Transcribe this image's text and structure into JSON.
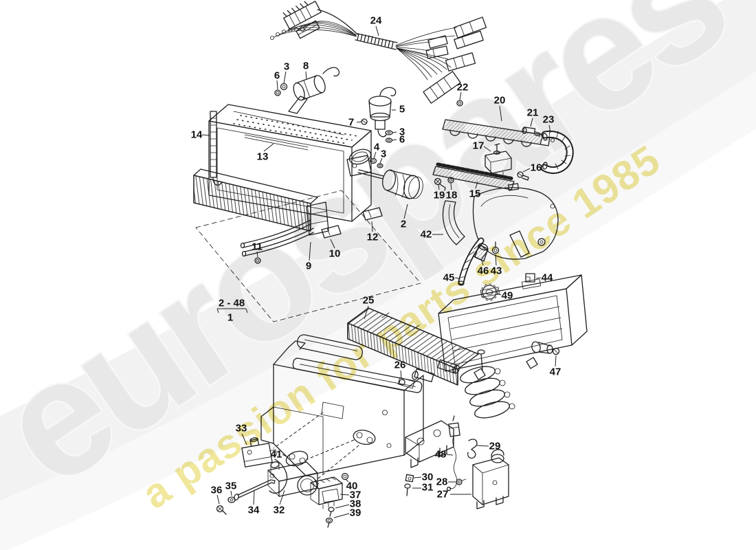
{
  "watermark": {
    "brand": "eurospares",
    "tagline": "a passion for parts since 1985",
    "brand_color": "#e8e8e8",
    "tagline_color": "#e7d95e",
    "swoosh_color": "#f2f2f2"
  },
  "figure": {
    "group_ref": "2 - 48",
    "item_ref": "1"
  },
  "colors": {
    "background": "#ffffff",
    "line": "#1f1f1f",
    "callout_text": "#111111"
  },
  "callouts": [
    {
      "label": "24"
    },
    {
      "label": "3"
    },
    {
      "label": "8"
    },
    {
      "label": "6"
    },
    {
      "label": "22"
    },
    {
      "label": "20"
    },
    {
      "label": "5"
    },
    {
      "label": "21"
    },
    {
      "label": "23"
    },
    {
      "label": "7"
    },
    {
      "label": "3"
    },
    {
      "label": "6"
    },
    {
      "label": "14"
    },
    {
      "label": "17"
    },
    {
      "label": "4"
    },
    {
      "label": "3"
    },
    {
      "label": "13"
    },
    {
      "label": "16"
    },
    {
      "label": "19"
    },
    {
      "label": "18"
    },
    {
      "label": "15"
    },
    {
      "label": "2"
    },
    {
      "label": "42"
    },
    {
      "label": "12"
    },
    {
      "label": "11"
    },
    {
      "label": "10"
    },
    {
      "label": "9"
    },
    {
      "label": "46"
    },
    {
      "label": "43"
    },
    {
      "label": "45"
    },
    {
      "label": "44"
    },
    {
      "label": "49"
    },
    {
      "label": "25"
    },
    {
      "label": "26"
    },
    {
      "label": "47"
    },
    {
      "label": "33"
    },
    {
      "label": "41"
    },
    {
      "label": "29"
    },
    {
      "label": "48"
    },
    {
      "label": "30"
    },
    {
      "label": "35"
    },
    {
      "label": "36"
    },
    {
      "label": "31"
    },
    {
      "label": "28"
    },
    {
      "label": "40"
    },
    {
      "label": "27"
    },
    {
      "label": "37"
    },
    {
      "label": "38"
    },
    {
      "label": "39"
    },
    {
      "label": "34"
    },
    {
      "label": "32"
    }
  ]
}
